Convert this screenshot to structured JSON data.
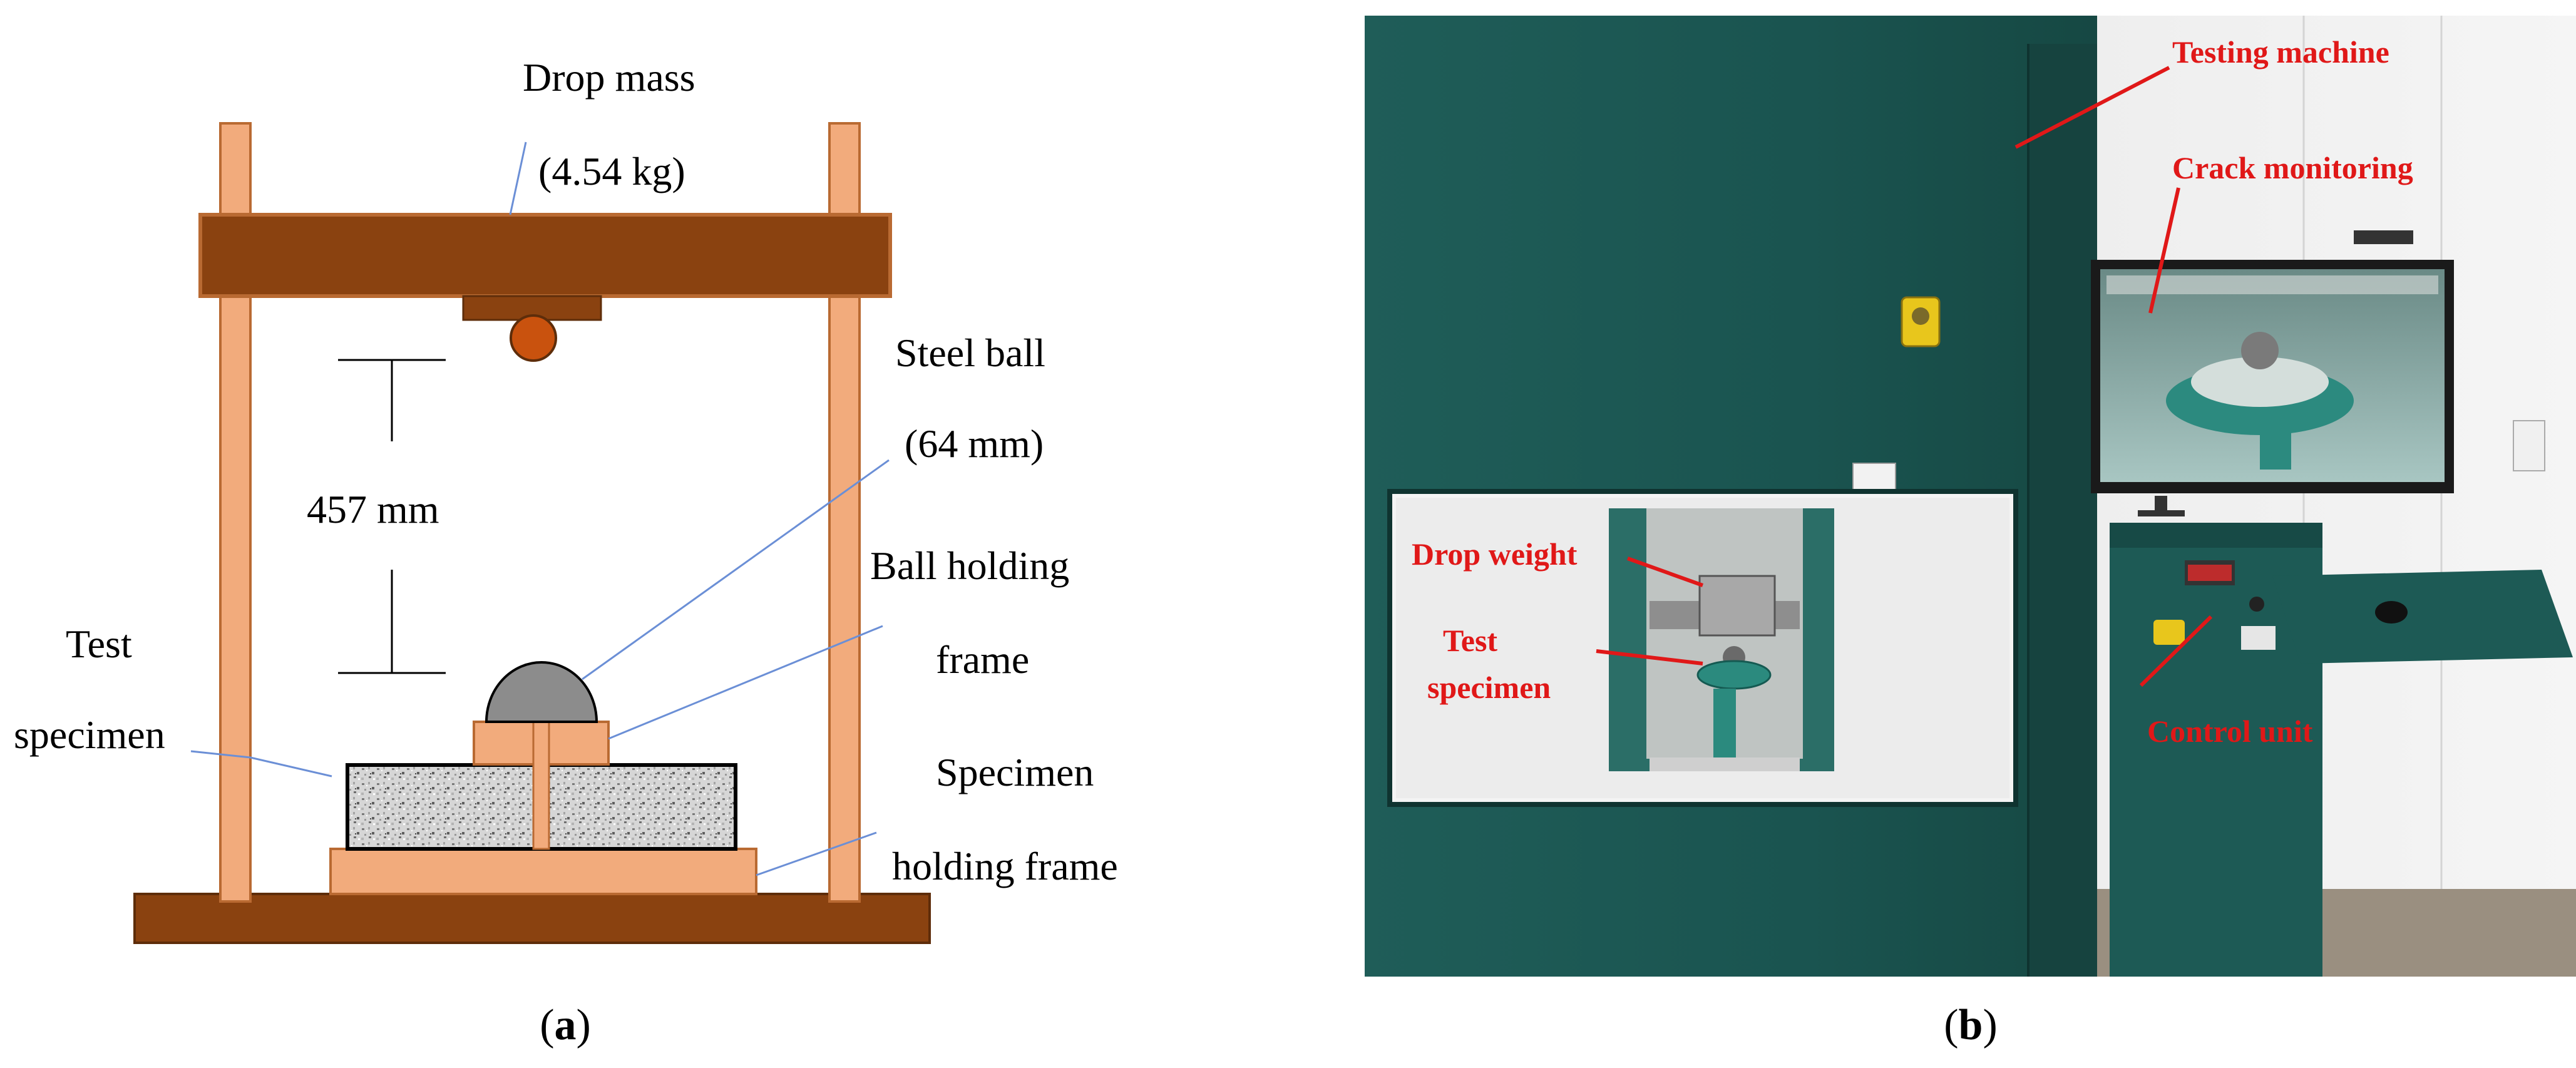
{
  "panel_a": {
    "labels": {
      "drop_mass": "Drop mass",
      "drop_mass_value": "(4.54 kg)",
      "steel_ball": "Steel ball",
      "steel_ball_value": "(64 mm)",
      "drop_height": "457 mm",
      "ball_frame_1": "Ball holding",
      "ball_frame_2": "frame",
      "test_specimen_1": "Test",
      "test_specimen_2": "specimen",
      "specimen_frame_1": "Specimen",
      "specimen_frame_2": "holding frame"
    },
    "caption": {
      "open": "(",
      "letter": "a",
      "close": ")"
    },
    "colors": {
      "beam": "#8a4210",
      "post": "#f2ab7c",
      "ball": "#c9520e",
      "steel_ball": "#8c8c8c",
      "leader": "#6b8fd6"
    }
  },
  "panel_b": {
    "labels": {
      "testing_machine": "Testing machine",
      "crack_monitoring": "Crack monitoring",
      "drop_weight": "Drop weight",
      "test_specimen_1": "Test",
      "test_specimen_2": "specimen",
      "control_unit": "Control unit"
    },
    "caption": {
      "open": "(",
      "letter": "b",
      "close": ")"
    },
    "colors": {
      "annotation": "#e01818",
      "cabinet": "#1d5a55"
    }
  }
}
